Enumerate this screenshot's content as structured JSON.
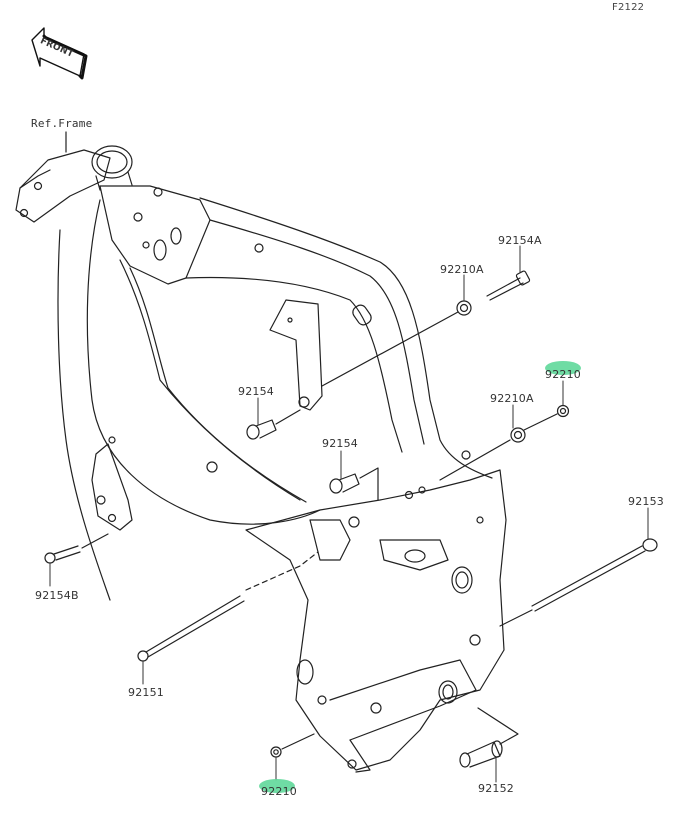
{
  "figure_id": "F2122",
  "front_arrow": {
    "text": "FRONT",
    "icon": "front-arrow-icon"
  },
  "reference": "Ref.Frame",
  "highlight_color": "#5fd89a",
  "parts": [
    {
      "id": "92154A",
      "name": "bolt"
    },
    {
      "id": "92210A",
      "name": "nut-upper"
    },
    {
      "id": "92210",
      "name": "nut-upper-highlighted",
      "highlighted": true
    },
    {
      "id": "92210A",
      "name": "nut-middle"
    },
    {
      "id": "92154",
      "name": "collar-upper"
    },
    {
      "id": "92154",
      "name": "collar-middle"
    },
    {
      "id": "92154B",
      "name": "bolt-left"
    },
    {
      "id": "92153",
      "name": "long-bolt-right"
    },
    {
      "id": "92151",
      "name": "long-bolt-left"
    },
    {
      "id": "92210",
      "name": "nut-lower-highlighted",
      "highlighted": true
    },
    {
      "id": "92152",
      "name": "collar-lower"
    }
  ]
}
